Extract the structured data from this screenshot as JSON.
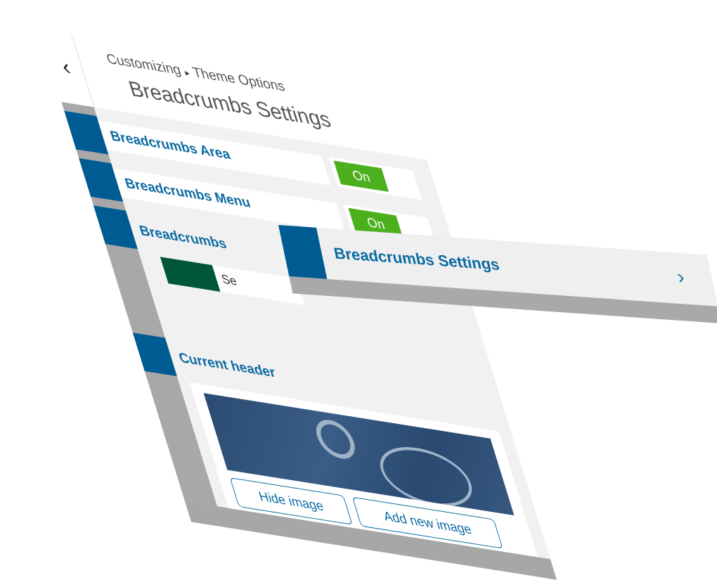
{
  "header": {
    "breadcrumb_root": "Customizing",
    "breadcrumb_arrow": "▸",
    "breadcrumb_current": "Theme Options",
    "title": "Breadcrumbs Settings",
    "back_glyph": "‹"
  },
  "rows": [
    {
      "label": "Breadcrumbs Area",
      "toggle": "On"
    },
    {
      "label": "Breadcrumbs Menu",
      "toggle": "On"
    },
    {
      "label": "Breadcrumbs"
    }
  ],
  "color_picker": {
    "button_text": "Se"
  },
  "current_header": {
    "label": "Current header",
    "hide_button": "Hide image",
    "add_button": "Add new image"
  },
  "floating_card": {
    "title": "Breadcrumbs Settings",
    "chevron": "›"
  },
  "colors": {
    "accent_blue": "#005b92",
    "link_blue": "#0b6aa2",
    "toggle_green": "#4caf1e",
    "swatch_green": "#00563a"
  }
}
